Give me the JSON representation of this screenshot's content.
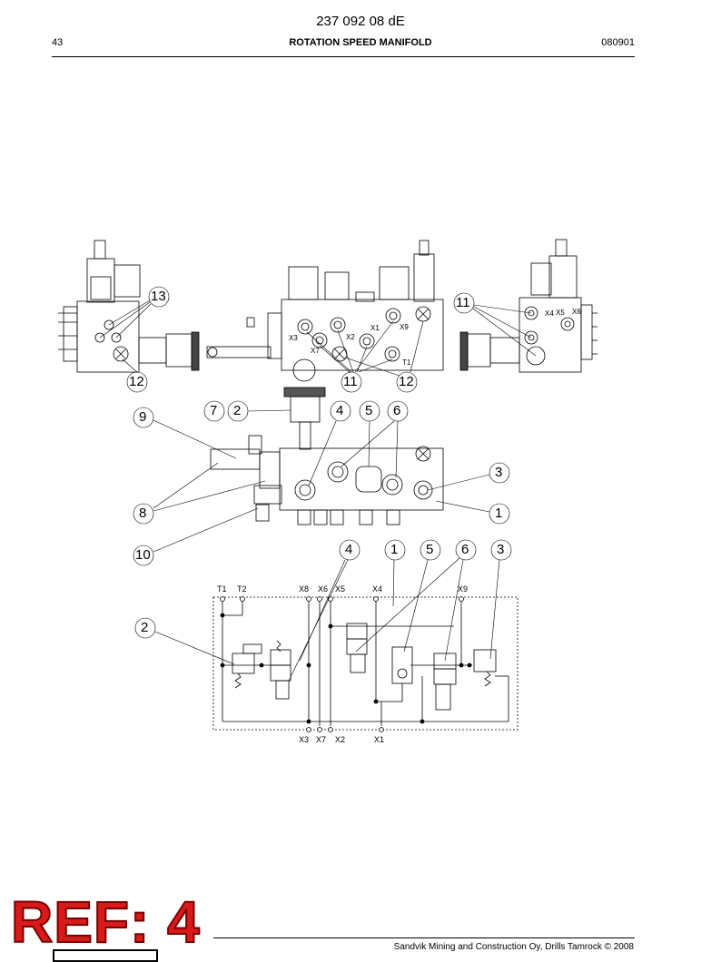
{
  "header": {
    "doc_number": "237 092 08 dE",
    "page_number": "43",
    "title": "ROTATION SPEED MANIFOLD",
    "revision_date": "080901"
  },
  "drawing": {
    "callouts_top": [
      "13",
      "12",
      "11",
      "12",
      "11"
    ],
    "callouts_mid": [
      "9",
      "7",
      "2",
      "4",
      "5",
      "6",
      "3",
      "8",
      "1",
      "10"
    ],
    "callouts_schematic": [
      "4",
      "1",
      "5",
      "6",
      "3",
      "2"
    ],
    "port_labels_top": [
      "X3",
      "X2",
      "X1",
      "X9",
      "X7",
      "T1"
    ],
    "port_labels_right": [
      "X4",
      "X5",
      "X6"
    ],
    "schematic_top_ports": [
      "T1",
      "T2",
      "X8",
      "X6",
      "X5",
      "X4",
      "X9"
    ],
    "schematic_bottom_ports": [
      "X3",
      "X7",
      "X2",
      "X1"
    ]
  },
  "stamp": {
    "text": "REF: 4"
  },
  "footer": {
    "copyright": "Sandvik Mining and Construction Oy, Drills Tamrock © 2008"
  }
}
